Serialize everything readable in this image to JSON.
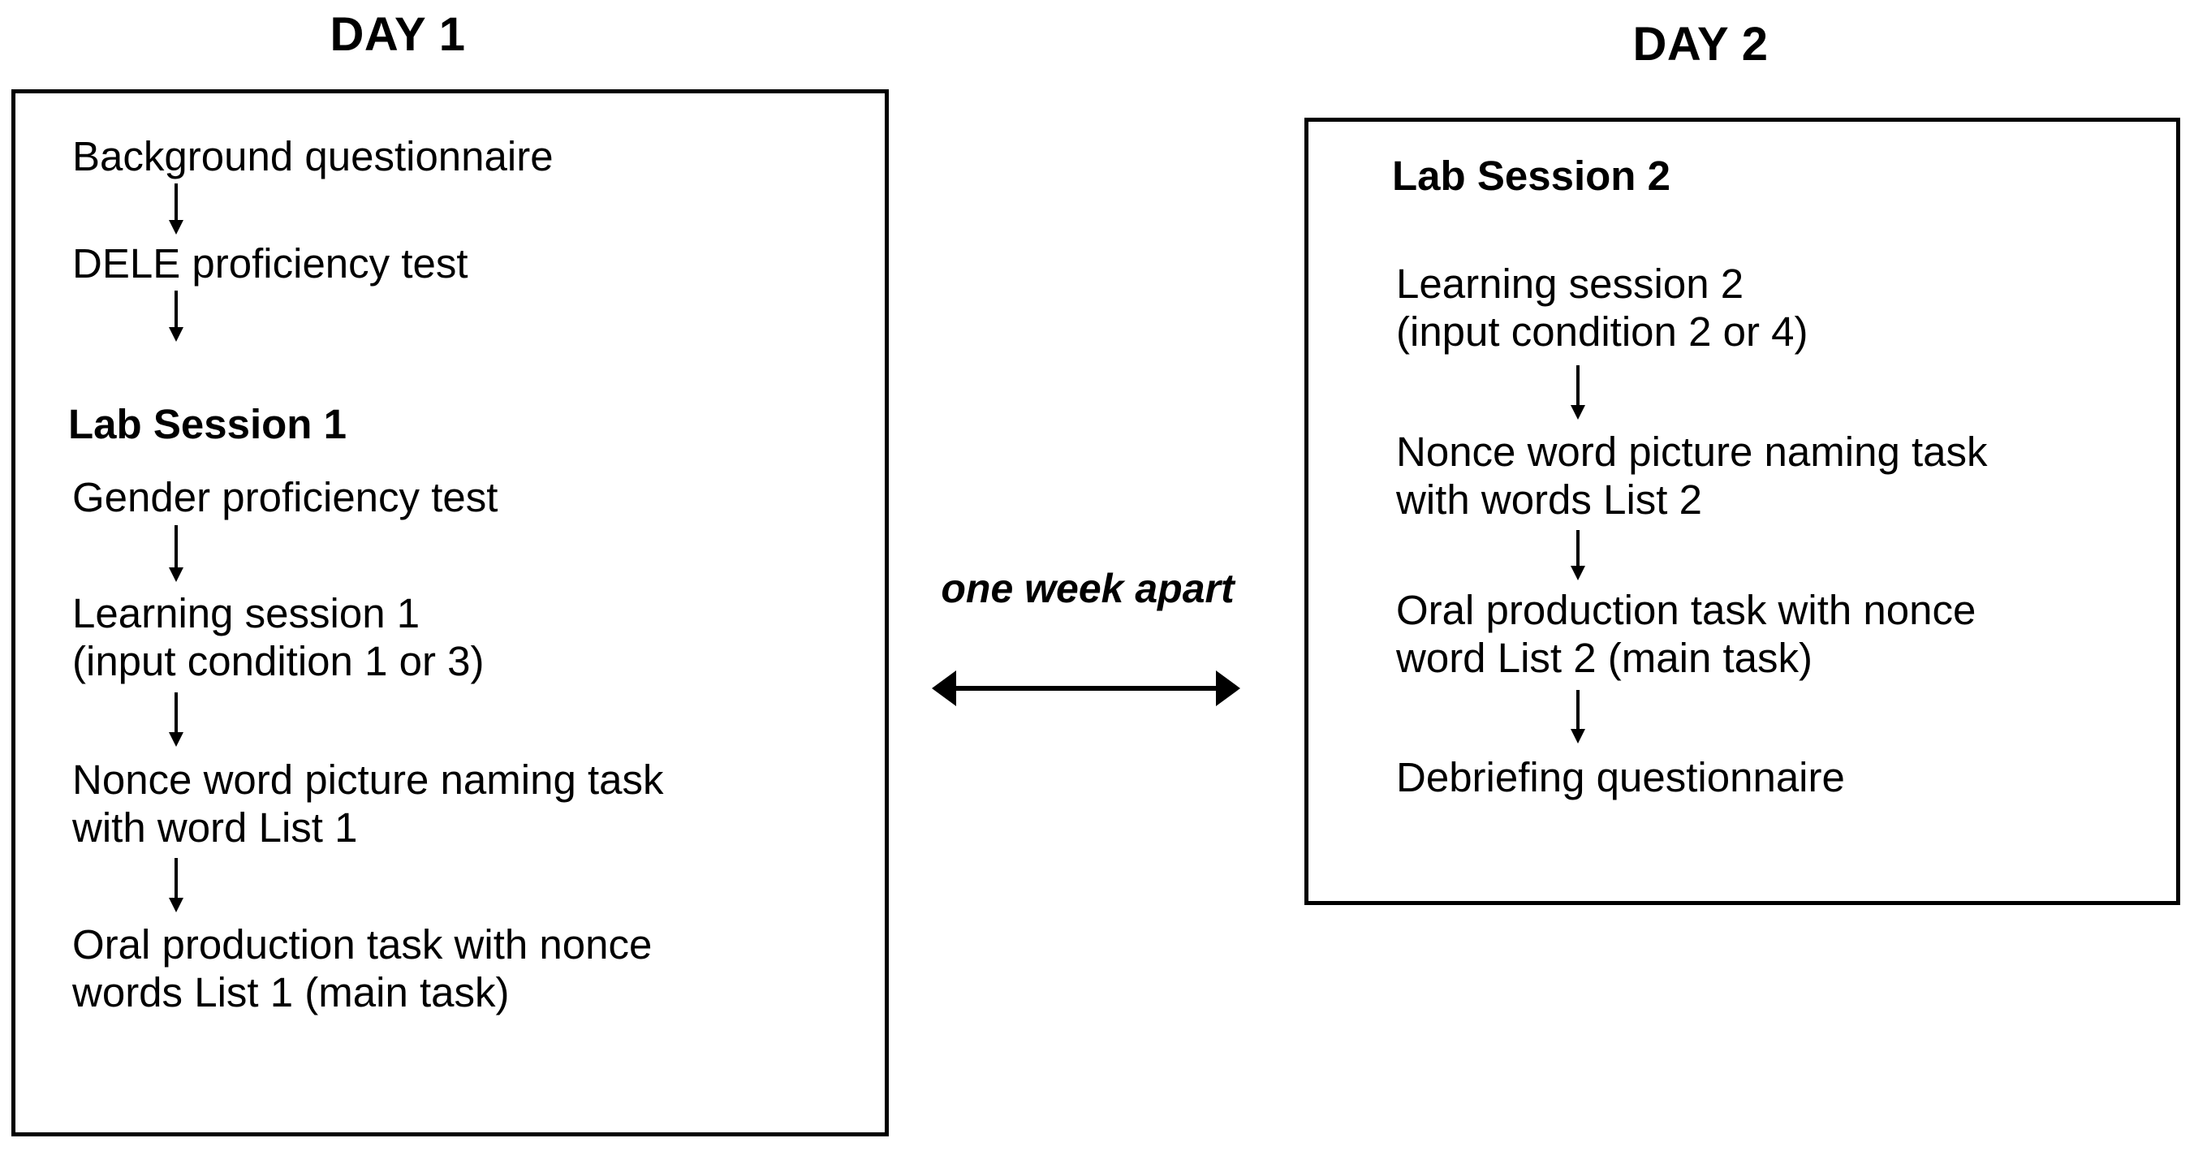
{
  "diagram": {
    "title_day1": "DAY 1",
    "title_day2": "DAY 2",
    "connector": {
      "label": "one week apart",
      "arrow_icon": "double-headed-horizontal-arrow"
    },
    "day1": {
      "heading": "DAY 1",
      "steps": [
        {
          "id": "background-questionnaire",
          "text": "Background questionnaire",
          "bold": false
        },
        {
          "id": "dele-proficiency-test",
          "text": "DELE proficiency test",
          "bold": false
        },
        {
          "id": "lab-session-1",
          "text": "Lab Session 1",
          "bold": true
        },
        {
          "id": "gender-proficiency-test",
          "text": "Gender proficiency test",
          "bold": false
        },
        {
          "id": "learning-session-1",
          "text": "Learning session 1\n(input condition 1 or 3)",
          "bold": false
        },
        {
          "id": "nonce-word-picture-naming-task-1",
          "text": "Nonce word picture naming task\nwith word List 1",
          "bold": false
        },
        {
          "id": "oral-production-task-1",
          "text": "Oral production task with nonce\nwords List 1 (main task)",
          "bold": false
        }
      ],
      "arrow_icon": "down-arrow"
    },
    "day2": {
      "heading": "DAY 2",
      "steps": [
        {
          "id": "lab-session-2",
          "text": "Lab Session 2",
          "bold": true
        },
        {
          "id": "learning-session-2",
          "text": "Learning session 2\n(input condition 2 or 4)",
          "bold": false
        },
        {
          "id": "nonce-word-picture-naming-task-2",
          "text": "Nonce word picture naming task\nwith words List 2",
          "bold": false
        },
        {
          "id": "oral-production-task-2",
          "text": "Oral production task with nonce\nword List 2 (main task)",
          "bold": false
        },
        {
          "id": "debriefing-questionnaire",
          "text": "Debriefing questionnaire",
          "bold": false
        }
      ],
      "arrow_icon": "down-arrow"
    },
    "colors": {
      "ink": "#000000",
      "background": "#ffffff"
    }
  }
}
